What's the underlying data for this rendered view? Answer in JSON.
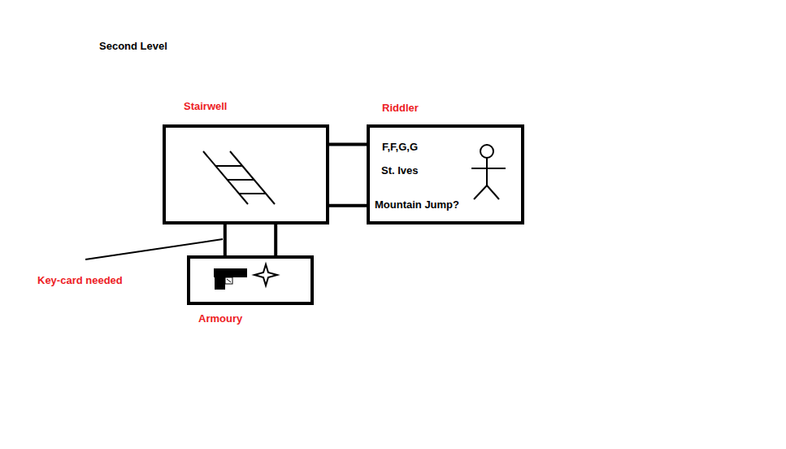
{
  "diagram": {
    "title": "Second Level",
    "nodes": [
      {
        "text": [
          "Stairwell"
        ]
      },
      {
        "text": [
          "Riddler",
          "F,F,G,G",
          "St. Ives",
          "Mountain Jump?"
        ]
      },
      {
        "text": [
          "Armoury"
        ]
      }
    ],
    "edges": [
      {
        "from": 0,
        "to": 1,
        "arrow": "none"
      },
      {
        "from": 0,
        "to": 2,
        "arrow": "none"
      }
    ],
    "labels": [
      "Key-card needed"
    ]
  }
}
